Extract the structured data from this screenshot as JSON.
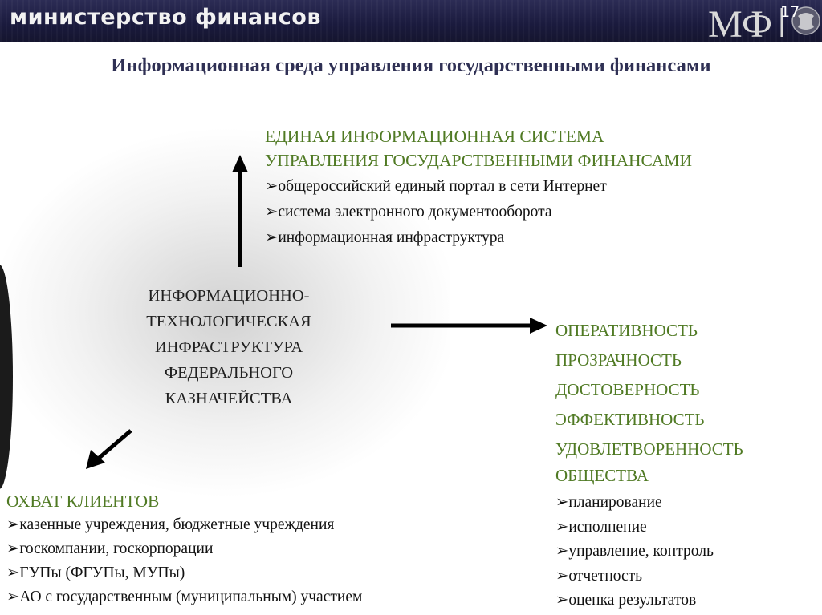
{
  "header": {
    "title": "министерство финансов",
    "logo_text": "МФ",
    "page_number": "17"
  },
  "slide": {
    "title": "Информационная среда управления государственными финансами"
  },
  "center": {
    "lines": [
      "ИНФОРМАЦИОННО-",
      "ТЕХНОЛОГИЧЕСКАЯ",
      "ИНФРАСТРУКТУРА",
      "ФЕДЕРАЛЬНОГО",
      "КАЗНАЧЕЙСТВА"
    ]
  },
  "top_block": {
    "heading_lines": [
      "ЕДИНАЯ ИНФОРМАЦИОННАЯ СИСТЕМА",
      "УПРАВЛЕНИЯ ГОСУДАРСТВЕННЫМИ ФИНАНСАМИ"
    ],
    "items": [
      "➢общероссийский единый портал в сети Интернет",
      "➢система электронного документооборота",
      "➢информационная инфраструктура"
    ]
  },
  "right_block": {
    "qualities": [
      "ОПЕРАТИВНОСТЬ",
      "ПРОЗРАЧНОСТЬ",
      "ДОСТОВЕРНОСТЬ",
      "ЭФФЕКТИВНОСТЬ",
      "УДОВЛЕТВОРЕННОСТЬ",
      "ОБЩЕСТВА"
    ],
    "items": [
      "➢планирование",
      "➢исполнение",
      "➢управление, контроль",
      "➢отчетность",
      "➢оценка результатов"
    ]
  },
  "bottom_left_block": {
    "heading": "ОХВАТ КЛИЕНТОВ",
    "items": [
      "➢казенные учреждения, бюджетные учреждения",
      "➢госкомпании, госкорпорации",
      "➢ГУПы (ФГУПы, МУПы)",
      "➢АО с государственным (муниципальным) участием"
    ]
  },
  "colors": {
    "header_bg": "#1a1a3d",
    "title": "#2f3054",
    "accent_green": "#507a24",
    "text": "#111111"
  }
}
